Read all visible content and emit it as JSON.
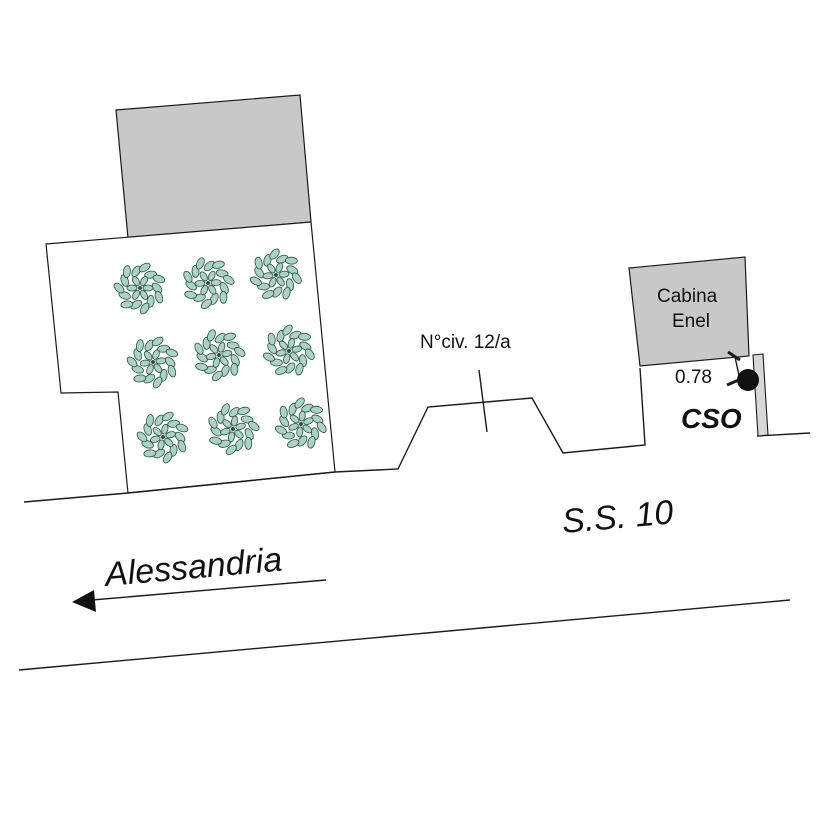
{
  "labels": {
    "house_number": "N°civ. 12/a",
    "cabina_line1": "Cabina",
    "cabina_line2": "Enel",
    "distance": "0.78",
    "cso": "CSO",
    "road": "S.S. 10",
    "direction": "Alessandria"
  },
  "colors": {
    "building_fill": "#c8c8c8",
    "tree_fill": "#a9d3c2",
    "line": "#1a1a1a"
  },
  "trees": {
    "rows": 3,
    "cols": 3,
    "icon": "shrub-icon"
  }
}
